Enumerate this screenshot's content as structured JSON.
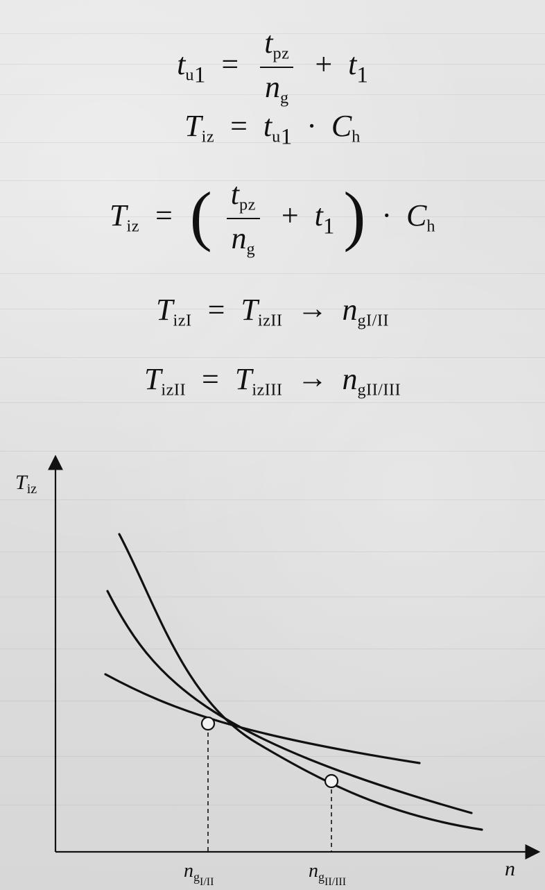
{
  "equations": {
    "eq1": {
      "lhs_main": "t",
      "lhs_sub": "u",
      "lhs_sub2": "1",
      "eq_sign": "=",
      "frac_num": "t",
      "frac_num_sub": "pz",
      "frac_den": "n",
      "frac_den_sub": "g",
      "plus": "+",
      "rhs_term": "t",
      "rhs_term_sub": "1"
    },
    "eq2": {
      "lhs_main": "T",
      "lhs_sub": "iz",
      "eq_sign": "=",
      "rhs_main": "t",
      "rhs_sub": "u",
      "rhs_sub2": "1",
      "dot": "·",
      "rhs_c": "C",
      "rhs_c_sub": "h"
    },
    "eq3": {
      "lhs_main": "T",
      "lhs_sub": "iz",
      "eq_sign": "=",
      "paren_open": "(",
      "frac_num": "t",
      "frac_num_sub": "pz",
      "frac_den": "n",
      "frac_den_sub": "g",
      "plus": "+",
      "term": "t",
      "term_sub": "1",
      "paren_close": ")",
      "dot": "·",
      "c": "C",
      "c_sub": "h"
    },
    "eq4": {
      "lhs_main": "T",
      "lhs_sub": "iz",
      "lhs_sub2": "I",
      "eq_sign": "=",
      "rhs_main": "T",
      "rhs_sub": "iz",
      "rhs_sub2": "II",
      "arrow": "→",
      "res_main": "n",
      "res_sub": "g",
      "res_sub2": "I/II"
    },
    "eq5": {
      "lhs_main": "T",
      "lhs_sub": "iz",
      "lhs_sub2": "II",
      "eq_sign": "=",
      "rhs_main": "T",
      "rhs_sub": "iz",
      "rhs_sub2": "III",
      "arrow": "→",
      "res_main": "n",
      "res_sub": "g",
      "res_sub2": "II/III"
    }
  },
  "chart_data": {
    "type": "line",
    "title": "",
    "xlabel": "n",
    "ylabel": "T_iz",
    "y_axis_label_main": "T",
    "y_axis_label_sub": "iz",
    "x_axis_label_main": "n",
    "x_marks": [
      {
        "main": "n",
        "sub": "g",
        "sub2": "I/II"
      },
      {
        "main": "n",
        "sub": "g",
        "sub2": "II/III"
      }
    ],
    "intersection_markers": true,
    "series": [
      {
        "values": [
          0.7,
          0.55,
          0.43,
          0.36,
          0.3
        ]
      },
      {
        "values": [
          0.85,
          0.68,
          0.52,
          0.39,
          0.29,
          0.22
        ]
      },
      {
        "values": [
          1.0,
          0.78,
          0.58,
          0.4,
          0.26,
          0.18
        ]
      }
    ]
  }
}
